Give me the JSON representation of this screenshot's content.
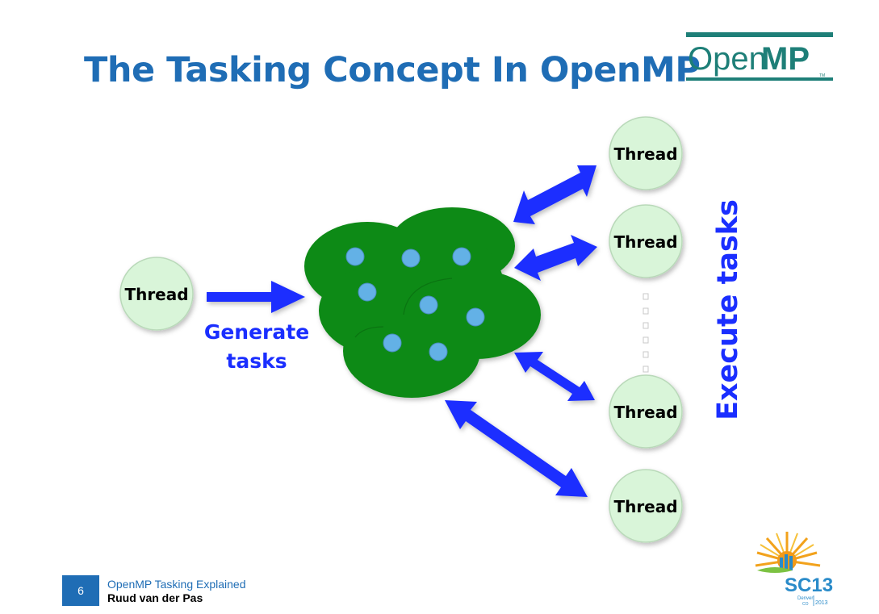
{
  "title": "The Tasking Concept In OpenMP",
  "logo": {
    "text_open": "Open",
    "text_mp": "MP",
    "tm": "TM"
  },
  "diagram": {
    "producer": {
      "label": "Thread"
    },
    "generate_label": {
      "line1": "Generate",
      "line2": "tasks"
    },
    "consumers": [
      {
        "label": "Thread"
      },
      {
        "label": "Thread"
      },
      {
        "label": "Thread"
      },
      {
        "label": "Thread"
      }
    ],
    "execute_label": "Execute tasks"
  },
  "footer": {
    "slide_number": "6",
    "title": "OpenMP Tasking Explained",
    "author": "Ruud van der Pas"
  },
  "sc13_logo": {
    "text": "SC13",
    "city": "Denver",
    "state": "CO",
    "year": "2013"
  },
  "colors": {
    "title_blue": "#1f6db5",
    "arrow_blue": "#1a2eff",
    "cloud_green": "#0f8a17",
    "task_dot": "#63b1e6",
    "thread_fill": "#d9f5d9",
    "logo_teal": "#1e7f78"
  }
}
